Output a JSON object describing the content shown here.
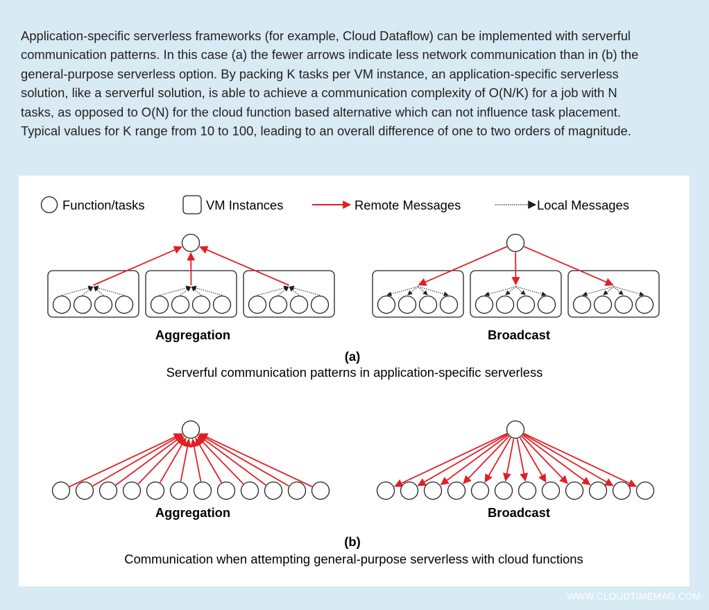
{
  "caption": {
    "sentences": [
      "Application-specific serverless frameworks (for example, Cloud Dataflow) can be implemented with serverful communication patterns.",
      "In this case (a) the fewer arrows indicate less network communication than in (b) the general-purpose serverless option.",
      "By packing K tasks per VM instance, an application-specific serverless solution, like a serverful solution, is able to achieve a communication complexity of O(N/K) for a job with N tasks, as opposed to O(N) for the cloud function based alternative which can not influence task placement.",
      "Typical values for K range from 10 to 100, leading to an overall difference of one to two orders of magnitude."
    ]
  },
  "legend": {
    "function_label": "Function/tasks",
    "vm_label": "VM Instances",
    "remote_label": "Remote Messages",
    "local_label": "Local Messages"
  },
  "part_a": {
    "tag": "(a)",
    "title": "Serverful communication patterns in application-specific serverless",
    "aggregation_label": "Aggregation",
    "broadcast_label": "Broadcast",
    "vm_instances_per_pattern": 3,
    "tasks_per_vm": 4
  },
  "part_b": {
    "tag": "(b)",
    "title": "Communication when attempting general-purpose serverless with cloud functions",
    "aggregation_label": "Aggregation",
    "broadcast_label": "Broadcast",
    "tasks": 12
  },
  "colors": {
    "remote": "#e31e24",
    "local": "#231f20",
    "outline": "#231f20",
    "caption_bg": "#d8eaf4"
  },
  "watermark": "WWW.CLOUDTIMEMAG.COM"
}
